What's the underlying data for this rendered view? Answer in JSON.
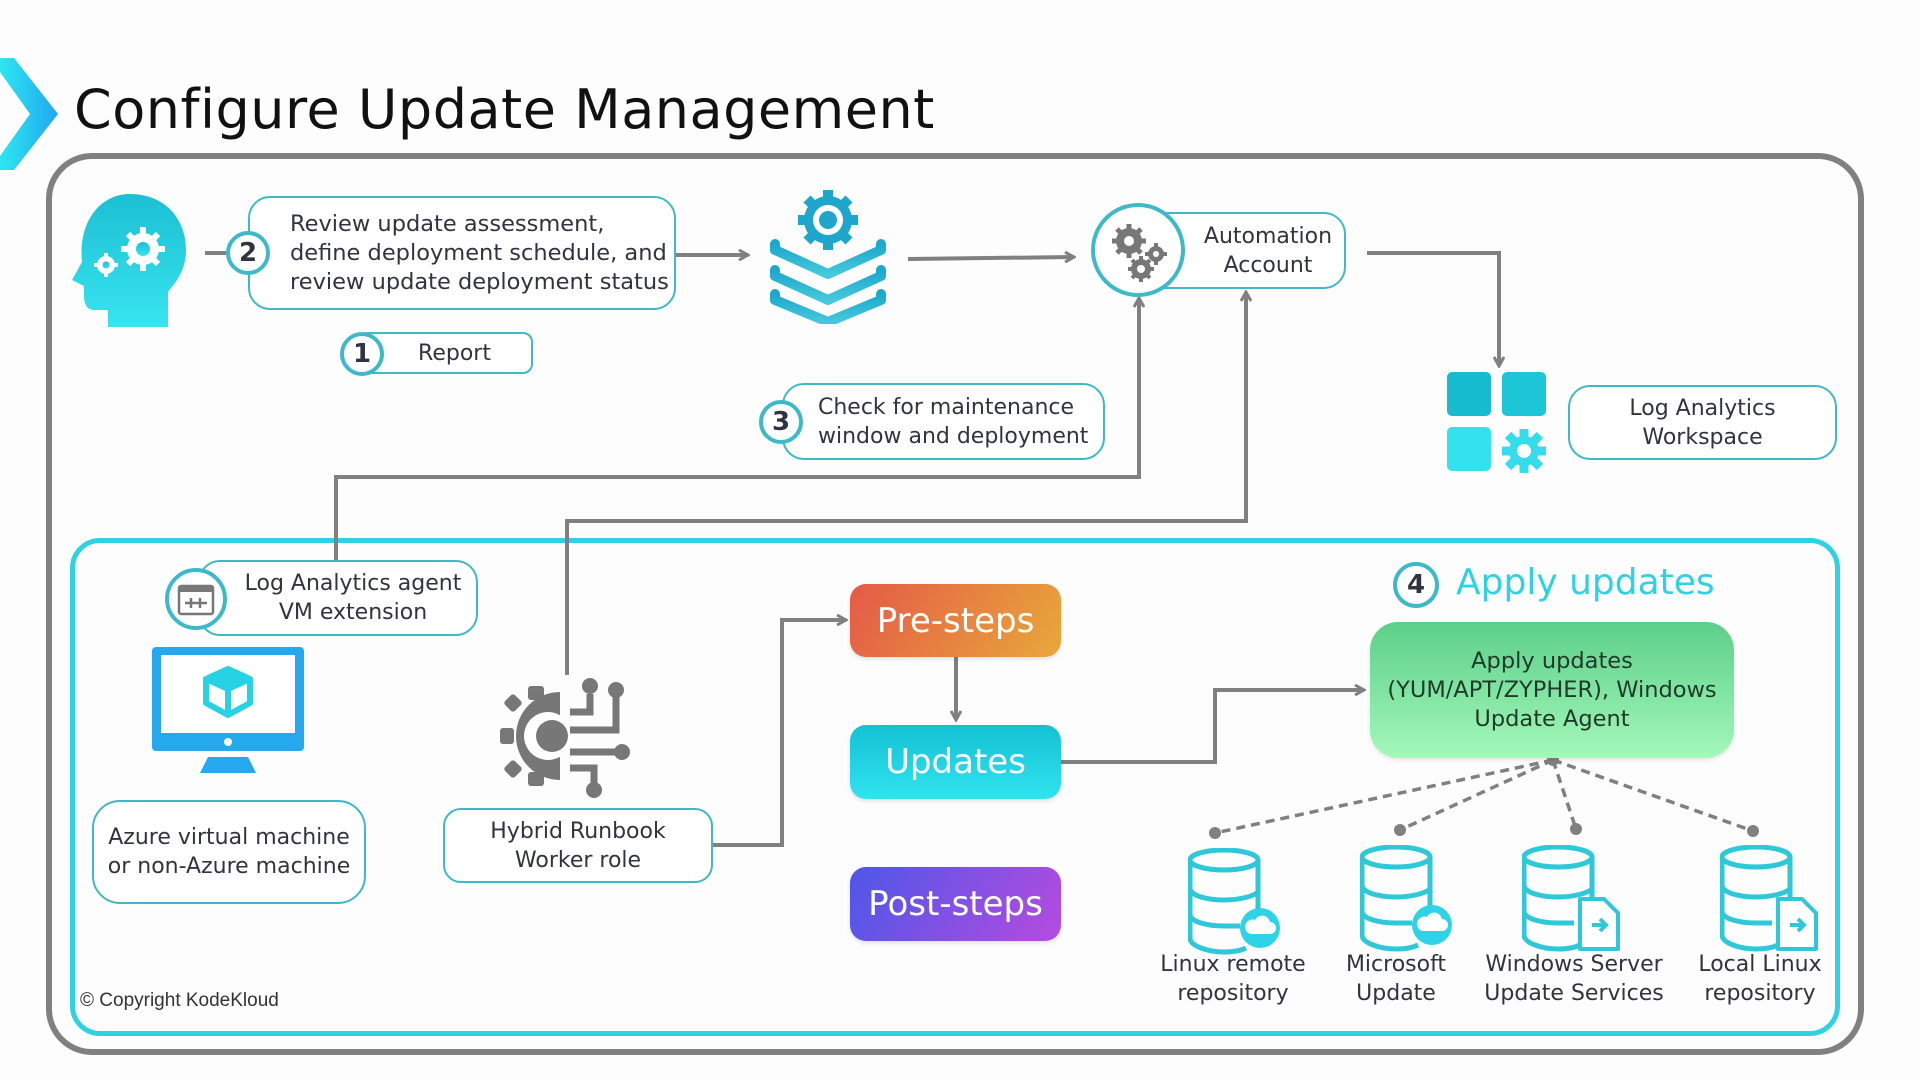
{
  "title": "Configure Update Management",
  "colors": {
    "accent": "#2ed3e3",
    "box_border": "#3db9c8",
    "connector": "#808080",
    "pre_steps": [
      "#e45a47",
      "#e8a83a"
    ],
    "updates": [
      "#13c1d3",
      "#2fe0ee"
    ],
    "post_steps": [
      "#5a55e8",
      "#b64bdf"
    ],
    "apply_box": [
      "#5ccf8a",
      "#a4f8b8"
    ]
  },
  "steps": {
    "step1": {
      "number": "1",
      "label": "Report"
    },
    "step2": {
      "number": "2",
      "label": "Review update assessment, define deployment schedule, and review update deployment status"
    },
    "step3": {
      "number": "3",
      "label": "Check for maintenance window and deployment"
    },
    "step4": {
      "number": "4",
      "label": "Apply updates"
    }
  },
  "nodes": {
    "automation_account": "Automation Account",
    "log_analytics_workspace": "Log Analytics Workspace",
    "log_analytics_agent": "Log Analytics agent VM extension",
    "azure_vm": "Azure virtual machine or non-Azure machine",
    "hybrid_worker": "Hybrid Runbook Worker role",
    "apply_box": "Apply updates (YUM/APT/ZYPHER), Windows Update Agent"
  },
  "phases": {
    "pre": "Pre-steps",
    "updates": "Updates",
    "post": "Post-steps"
  },
  "repositories": [
    {
      "line1": "Linux remote",
      "line2": "repository",
      "icon": "database-cloud-icon"
    },
    {
      "line1": "Microsoft",
      "line2": "Update",
      "icon": "database-cloud-icon"
    },
    {
      "line1": "Windows Server",
      "line2": "Update Services",
      "icon": "database-file-icon"
    },
    {
      "line1": "Local Linux",
      "line2": "repository",
      "icon": "database-file-icon"
    }
  ],
  "copyright": "© Copyright KodeKloud"
}
